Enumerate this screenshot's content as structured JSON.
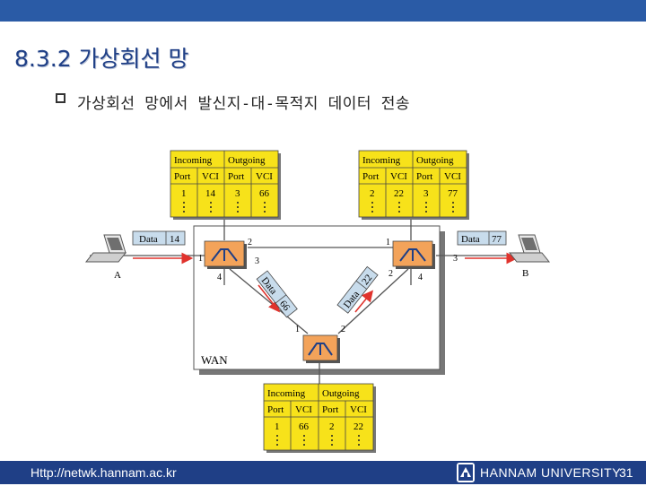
{
  "slide": {
    "title": "8.3.2 가상회선 망",
    "bullet": "가상회선 망에서 발신지-대-목적지 데이터 전송"
  },
  "footer": {
    "url": "Http://netwk.hannam.ac.kr",
    "university": "HANNAM UNIVERSITY",
    "page": "31"
  },
  "diagram": {
    "wan_label": "WAN",
    "host_a": "A",
    "host_b": "B",
    "tables": {
      "header_incoming": "Incoming",
      "header_outgoing": "Outgoing",
      "col_port": "Port",
      "col_vci": "VCI",
      "left": {
        "in_port": "1",
        "in_vci": "14",
        "out_port": "3",
        "out_vci": "66"
      },
      "right": {
        "in_port": "2",
        "in_vci": "22",
        "out_port": "3",
        "out_vci": "77"
      },
      "bottom": {
        "in_port": "1",
        "in_vci": "66",
        "out_port": "2",
        "out_vci": "22"
      }
    },
    "frames": {
      "from_a": {
        "data": "Data",
        "vci": "14"
      },
      "to_b": {
        "data": "Data",
        "vci": "77"
      },
      "down": {
        "data": "Data",
        "vci": "66"
      },
      "up": {
        "data": "Data",
        "vci": "22"
      }
    },
    "ports": {
      "left_sw": {
        "p1": "1",
        "p2": "2",
        "p3": "3",
        "p4": "4"
      },
      "right_sw": {
        "p1": "1",
        "p2": "2",
        "p3": "3",
        "p4": "4"
      },
      "bottom_sw": {
        "p1": "1",
        "p2": "2"
      }
    },
    "colors": {
      "table_fill": "#f7e21a",
      "switch_fill": "#f3a35a",
      "arrow": "#e0332d",
      "frame_fill": "#c8dcec"
    }
  }
}
